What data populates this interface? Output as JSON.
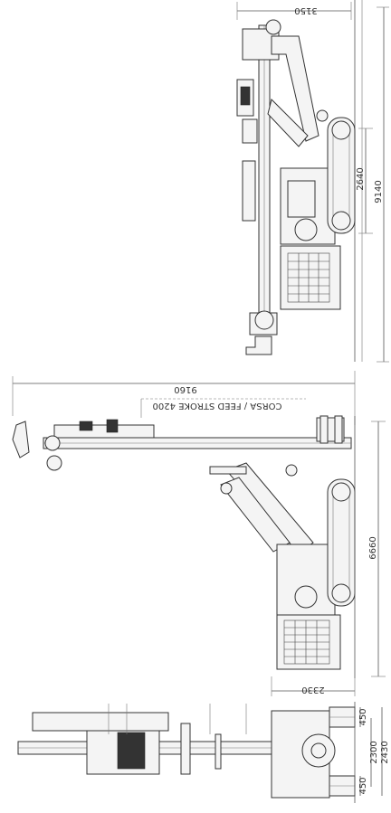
{
  "top_view": {
    "dim_length": "9140",
    "dim_track": "2640",
    "dim_mast_height": "3150"
  },
  "middle_view": {
    "dim_mast_length": "9160",
    "feed_stroke_label": "CORSA / FEED STROKE 4200",
    "dim_height": "6660",
    "dim_width_bottom": "2330"
  },
  "bottom_view": {
    "dim_side_track_top": "450",
    "dim_side_track_bottom": "450",
    "dim_inner_width": "2300",
    "dim_total_width": "2430"
  },
  "colors": {
    "line": "#333333",
    "background": "#ffffff"
  }
}
